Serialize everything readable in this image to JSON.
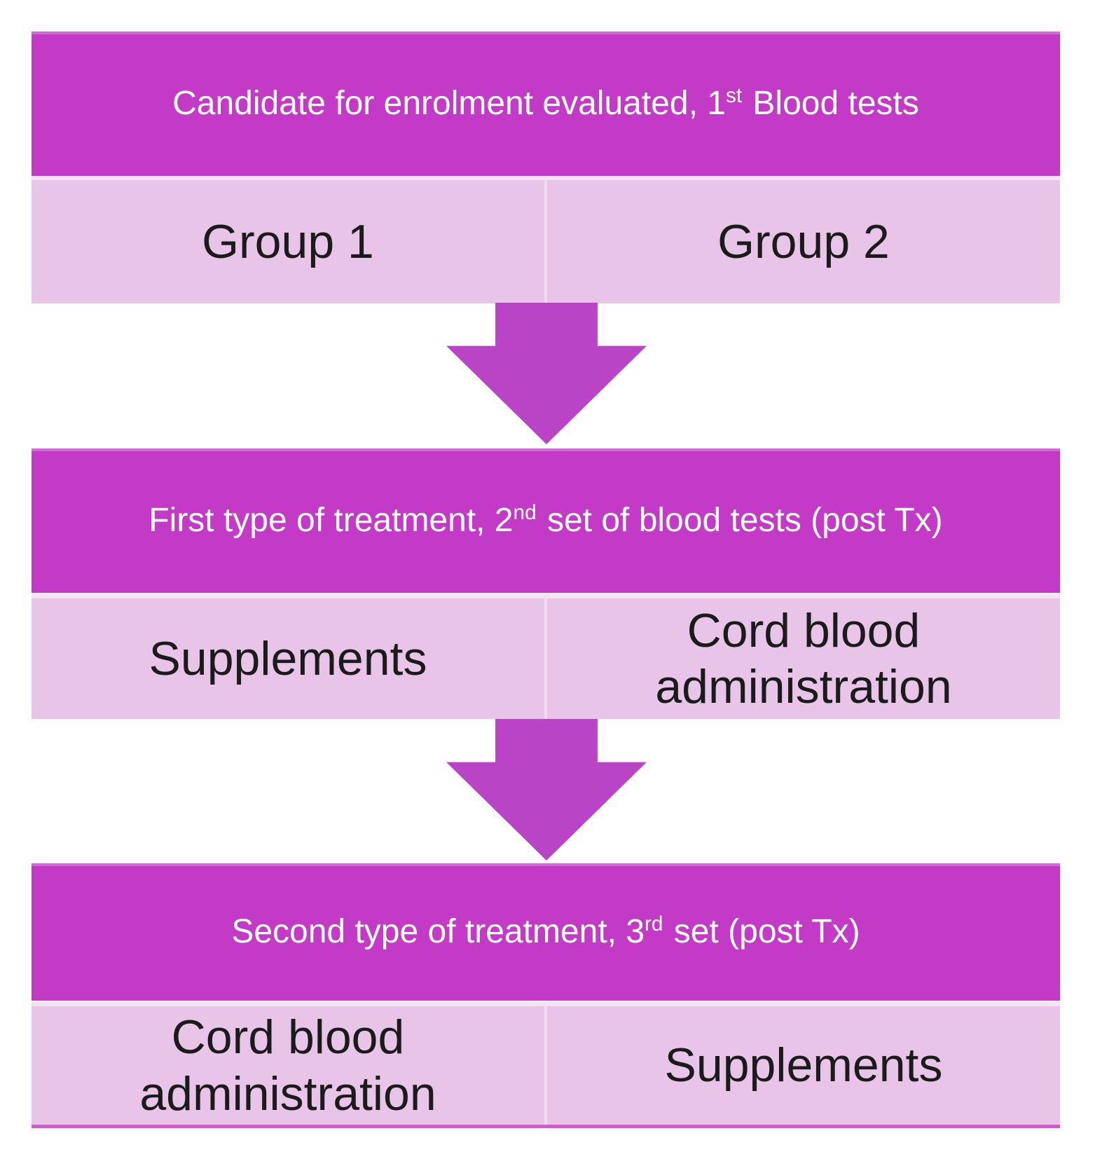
{
  "diagram": {
    "type": "flowchart",
    "stages": [
      {
        "header_pre": "Candidate for enrolment evaluated, 1",
        "header_sup": "st",
        "header_post": " Blood tests",
        "cell_left": "Group 1",
        "cell_right": "Group 2"
      },
      {
        "header_pre": "First type of treatment, 2",
        "header_sup": "nd",
        "header_post": " set of blood tests (post Tx)",
        "cell_left": "Supplements",
        "cell_right": "Cord blood administration"
      },
      {
        "header_pre": "Second type of treatment, 3",
        "header_sup": "rd",
        "header_post": " set (post Tx)",
        "cell_left": "Cord blood administration",
        "cell_right": "Supplements"
      }
    ],
    "colors": {
      "header_bg": "#c23ac6",
      "header_text": "#ffffff",
      "row_bg": "#e8c4e8",
      "row_text": "#1b1b1b",
      "divider": "#f2daf2",
      "arrow": "#b944c6",
      "bottom_line": "#cf5bcf",
      "background": "#ffffff"
    }
  }
}
